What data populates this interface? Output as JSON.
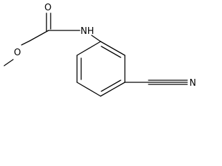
{
  "molecule": {
    "atoms": {
      "oxygen_carbonyl": "O",
      "nitrogen_amide": "NH",
      "oxygen_ether": "O",
      "nitrogen_nitrile": "N"
    }
  }
}
